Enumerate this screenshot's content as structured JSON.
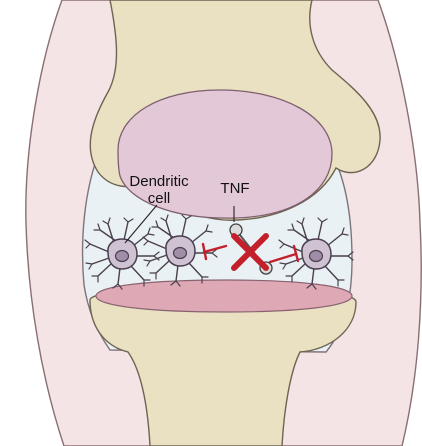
{
  "labels": {
    "dendritic_cell_line1": "Dendritic",
    "dendritic_cell_line2": "cell",
    "tnf": "TNF"
  },
  "colors": {
    "soft_tissue": "#f4e4e6",
    "soft_tissue_edge": "#8a6f72",
    "bone_fill": "#e9e1c2",
    "cartilage_fill": "#e3c8d7",
    "capsule_fill": "#e9f1f4",
    "meniscus_fill": "#dea8b4",
    "cell_fill": "#cfc3d3",
    "cell_edge": "#4a3f4f",
    "inhibition_red": "#c4202c"
  },
  "icons": [
    "dendritic-cell-icon",
    "tnf-molecule-icon",
    "block-x-icon",
    "inhibition-arrow-icon"
  ]
}
